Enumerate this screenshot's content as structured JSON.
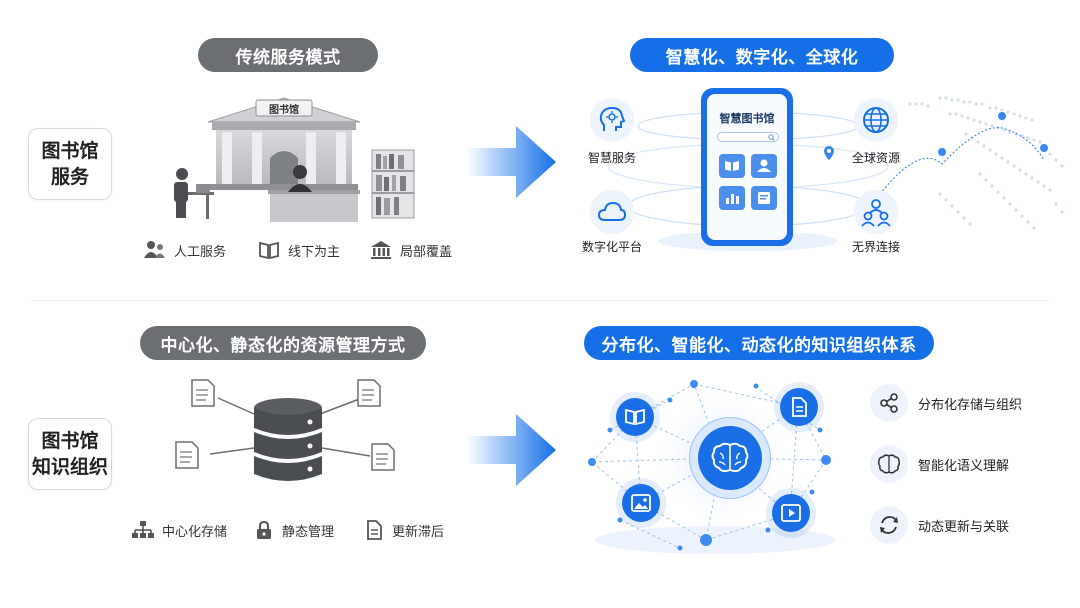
{
  "top": {
    "side_label": [
      "图书馆",
      "服务"
    ],
    "left_pill": "传统服务模式",
    "library_sign": "图书馆",
    "features": [
      "人工服务",
      "线下为主",
      "局部覆盖"
    ],
    "right_pill": "智慧化、数字化、全球化",
    "phone_title": "智慧图书馆",
    "captions": {
      "smart": "智慧服务",
      "digital": "数字化平台",
      "global": "全球资源",
      "connect": "无界连接"
    }
  },
  "bottom": {
    "side_label": [
      "图书馆",
      "知识组织"
    ],
    "left_pill": "中心化、静态化的资源管理方式",
    "features": [
      "中心化存储",
      "静态管理",
      "更新滞后"
    ],
    "right_pill": "分布化、智能化、动态化的知识组织体系",
    "right_items": [
      "分布化存储与组织",
      "智能化语义理解",
      "动态更新与关联"
    ]
  },
  "colors": {
    "blue": "#1570e8",
    "gray": "#6b6e73",
    "light_blue": "#eef4fd"
  },
  "icons": [
    "person-group-icon",
    "book-icon",
    "bank-icon",
    "brain-icon",
    "cloud-icon",
    "globe-icon",
    "people-icon",
    "org-chart-icon",
    "lock-icon",
    "document-icon",
    "share-icon",
    "refresh-icon"
  ]
}
